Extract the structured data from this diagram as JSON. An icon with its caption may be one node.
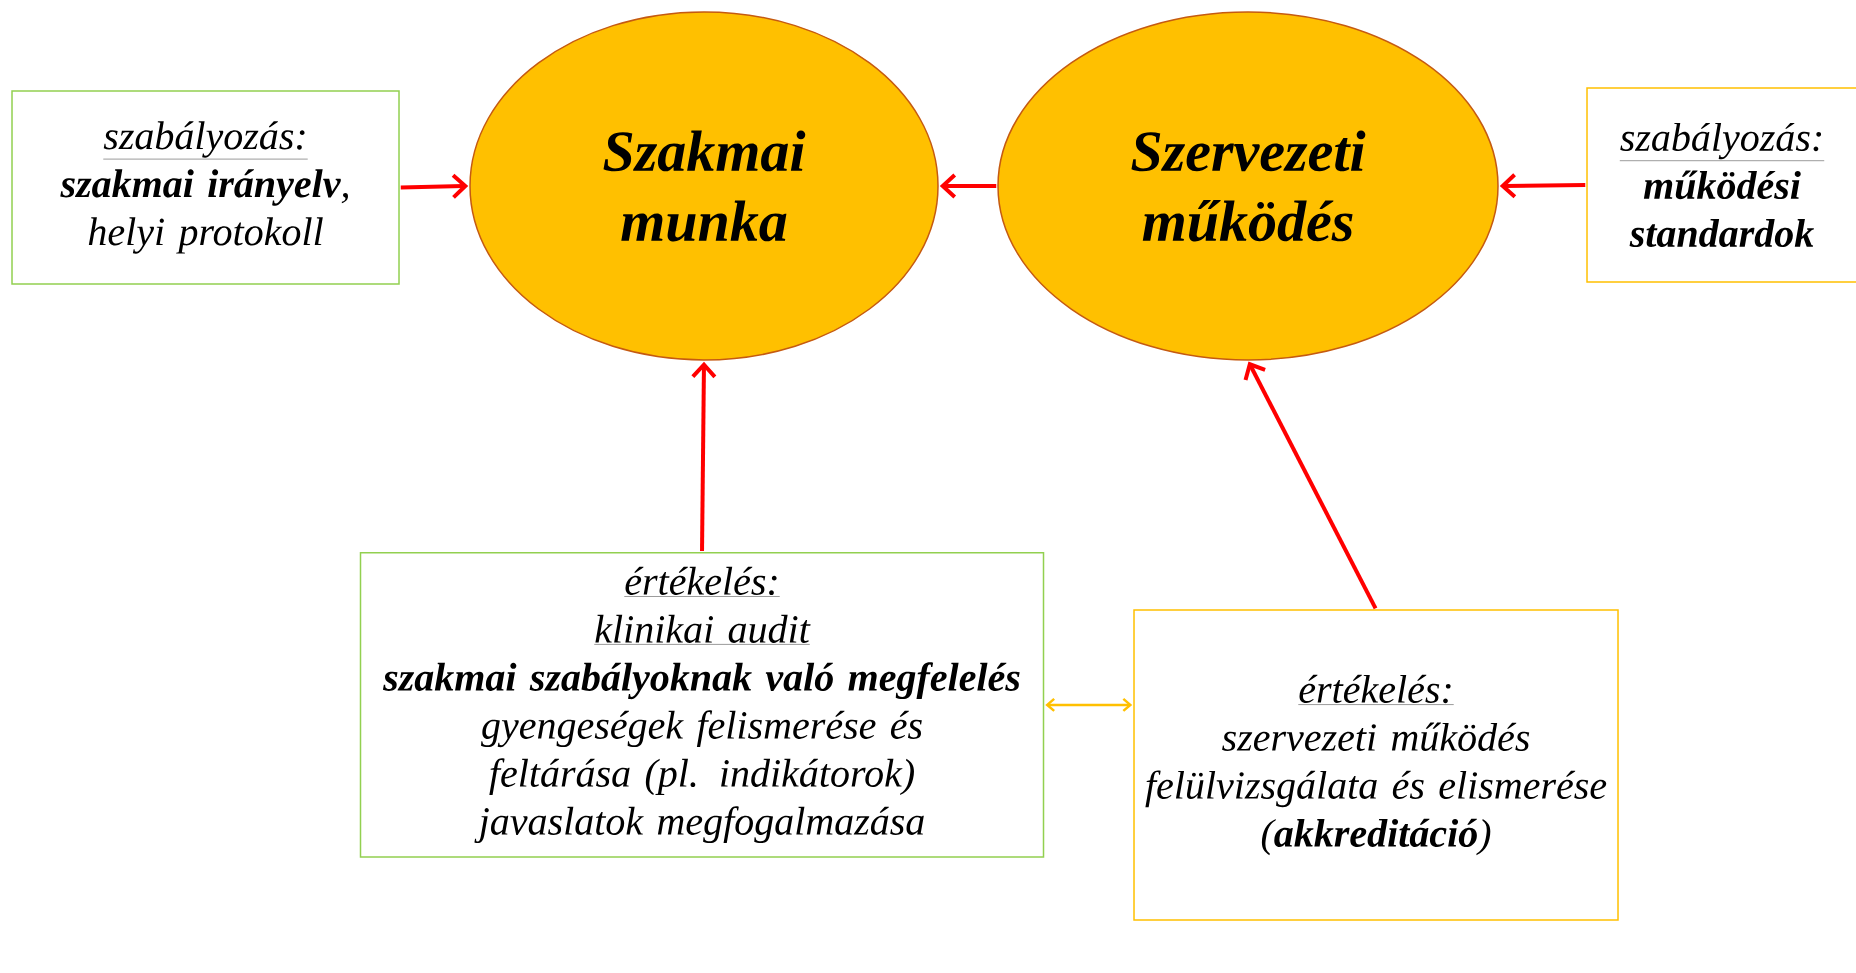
{
  "diagram": {
    "nodes": [
      {
        "text": [
          "szabályozás:",
          "**szakmai irányelv**, helyi protokoll"
        ]
      },
      {
        "text": [
          "Szakmai munka"
        ]
      },
      {
        "text": [
          "Szervezeti működés"
        ]
      },
      {
        "text": [
          "szabályozás:",
          "működési standardok"
        ]
      },
      {
        "text": [
          "értékelés:",
          "klinikai audit",
          "szakmai szabályoknak való megfelelés",
          "gyengeségek felismerése és feltárása (pl. indikátorok)",
          "javaslatok megfogalmazása"
        ]
      },
      {
        "text": [
          "értékelés:",
          "szervezeti működés felülvizsgálata és elismerése",
          "(**akkreditáció**)"
        ]
      }
    ],
    "edges": [
      {
        "from": 0,
        "to": 1,
        "arrow": "to"
      },
      {
        "from": 2,
        "to": 1,
        "arrow": "to"
      },
      {
        "from": 3,
        "to": 2,
        "arrow": "to"
      },
      {
        "from": 4,
        "to": 1,
        "arrow": "to"
      },
      {
        "from": 5,
        "to": 2,
        "arrow": "to"
      },
      {
        "from": 4,
        "to": 5,
        "arrow": "both",
        "color": "#ffc000"
      }
    ]
  }
}
